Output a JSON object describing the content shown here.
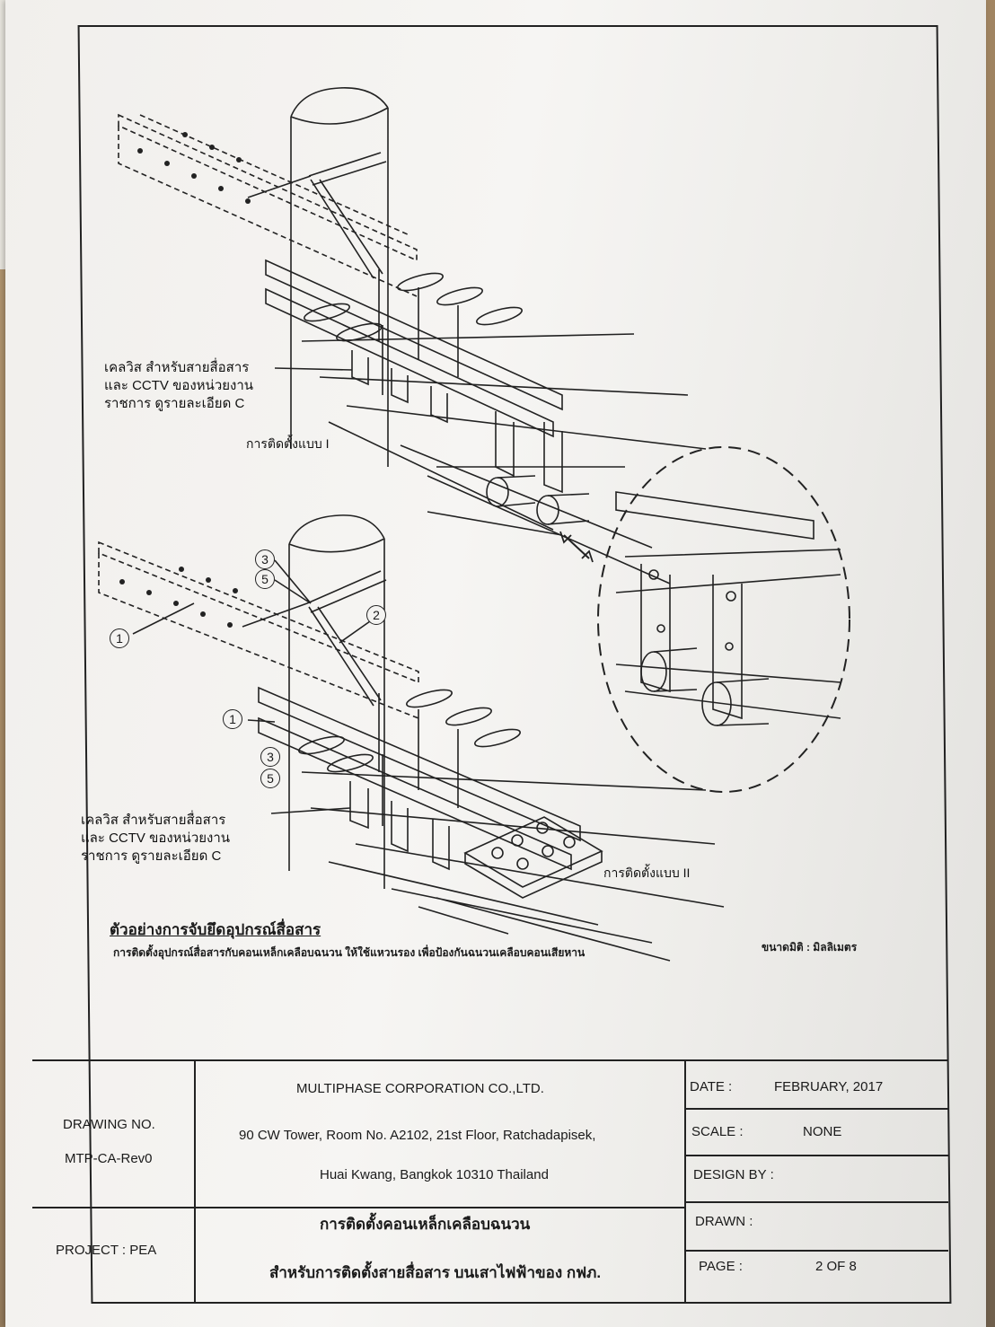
{
  "labels": {
    "bracket_note_1": [
      "เคลวิส สำหรับสายสื่อสาร",
      "และ CCTV ของหน่วยงาน",
      "ราชการ ดูรายละเอียด C"
    ],
    "bracket_note_2": [
      "เคลวิส สำหรับสายสื่อสาร",
      "และ CCTV ของหน่วยงาน",
      "ราชการ ดูรายละเอียด C"
    ],
    "install_type_1": "การติดตั้งแบบ I",
    "install_type_2": "การติดตั้งแบบ II",
    "callouts": [
      "3",
      "5",
      "2",
      "1",
      "1",
      "3",
      "5"
    ]
  },
  "example_title": "ตัวอย่างการจับยึดอุปกรณ์สื่อสาร",
  "note": "การติดตั้งอุปกรณ์สื่อสารกับคอนเหล็กเคลือบฉนวน ให้ใช้แหวนรอง เพื่อป้องกันฉนวนเคลือบคอนเสียหาน",
  "scale_unit": "ขนาดมิติ : มิลลิเมตร",
  "title_block": {
    "drawing_no_label": "DRAWING NO.",
    "drawing_no": "MTP-CA-Rev0",
    "company": "MULTIPHASE CORPORATION CO.,LTD.",
    "address_1": "90 CW Tower, Room No. A2102, 21st Floor, Ratchadapisek,",
    "address_2": "Huai Kwang, Bangkok 10310 Thailand",
    "project_label": "PROJECT : PEA",
    "project_title_1": "การติดตั้งคอนเหล็กเคลือบฉนวน",
    "project_title_2": "สำหรับการติดตั้งสายสื่อสาร บนเสาไฟฟ้าของ กฟภ.",
    "date_label": "DATE :",
    "date_value": "FEBRUARY, 2017",
    "scale_label": "SCALE :",
    "scale_value": "NONE",
    "design_by_label": "DESIGN BY :",
    "drawn_label": "DRAWN :",
    "page_label": "PAGE :",
    "page_value": "2  OF  8"
  }
}
